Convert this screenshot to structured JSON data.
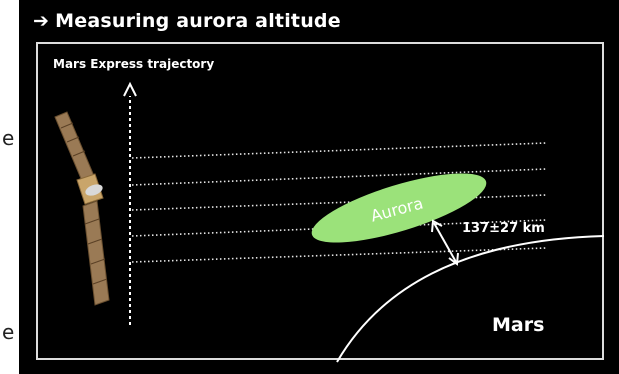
{
  "header": {
    "title": "Measuring aurora altitude",
    "title_icon": "arrow-right-icon"
  },
  "diagram": {
    "trajectory_label": "Mars Express trajectory",
    "aurora_label": "Aurora",
    "altitude_label": "137±27 km",
    "planet_label": "Mars"
  },
  "edge_fragments": {
    "left_top": "e",
    "left_bottom": "e"
  },
  "colors": {
    "background": "#000000",
    "aurora_fill": "#9be27a",
    "text": "#ffffff",
    "frame": "#dddddd"
  }
}
